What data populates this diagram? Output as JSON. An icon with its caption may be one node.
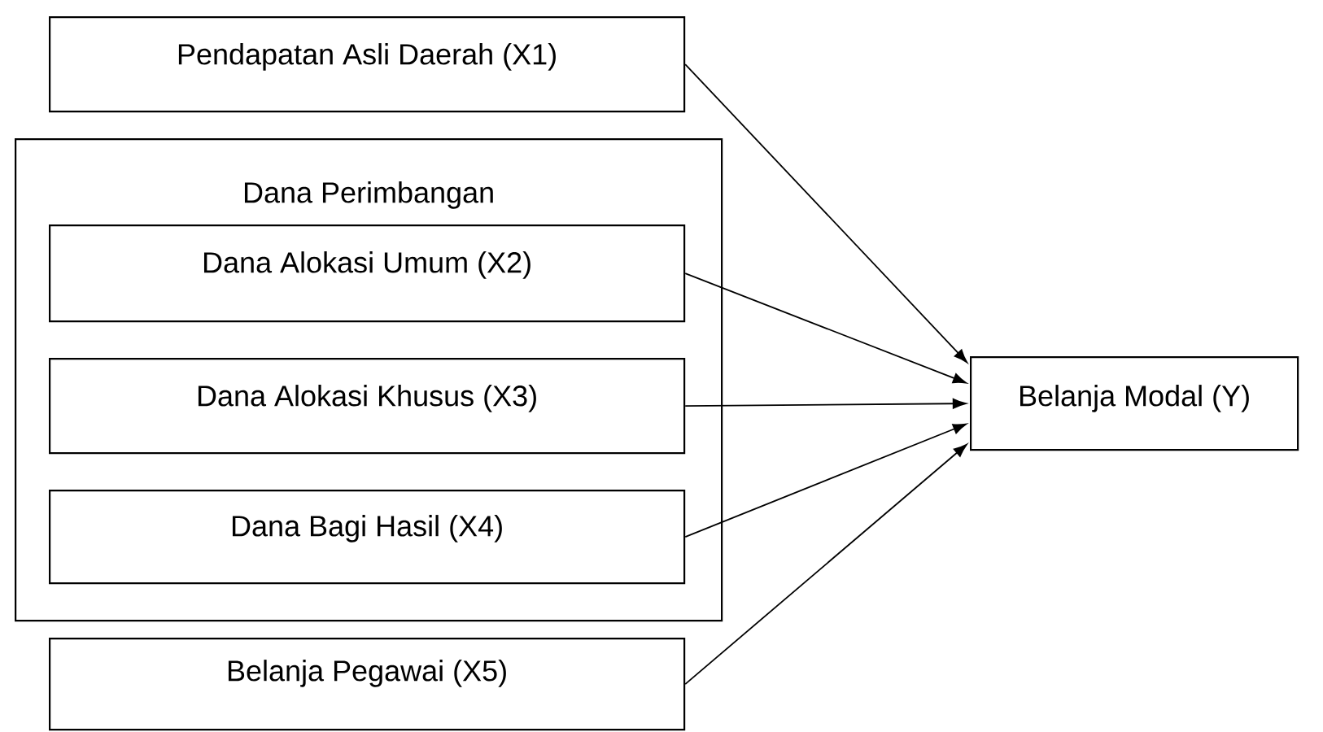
{
  "diagram": {
    "nodes": [
      {
        "text": [
          "Pendapatan Asli Daerah (X1)"
        ]
      },
      {
        "text": [
          "Dana Perimbangan"
        ]
      },
      {
        "text": [
          "Dana Alokasi Umum (X2)"
        ],
        "in": 1
      },
      {
        "text": [
          "Dana Alokasi Khusus (X3)"
        ],
        "in": 1
      },
      {
        "text": [
          "Dana Bagi Hasil (X4)"
        ],
        "in": 1
      },
      {
        "text": [
          "Belanja Pegawai (X5)"
        ]
      },
      {
        "text": [
          "Belanja Modal (Y)"
        ]
      }
    ],
    "edges": [
      {
        "from": 0,
        "to": 6,
        "arrow": "to"
      },
      {
        "from": 2,
        "to": 6,
        "arrow": "to"
      },
      {
        "from": 3,
        "to": 6,
        "arrow": "to"
      },
      {
        "from": 4,
        "to": 6,
        "arrow": "to"
      },
      {
        "from": 5,
        "to": 6,
        "arrow": "to"
      }
    ]
  }
}
